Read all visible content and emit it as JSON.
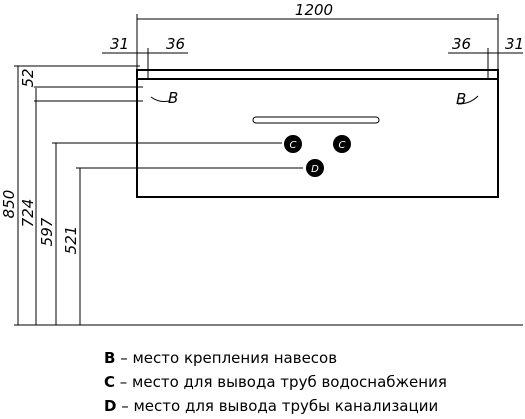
{
  "dimensions": {
    "overall_width": "1200",
    "left_offset": "31",
    "left_inner": "36",
    "right_inner": "36",
    "right_offset": "31",
    "top_height": "52",
    "height_850": "850",
    "height_724": "724",
    "height_597": "597",
    "height_521": "521"
  },
  "markers": {
    "hinge_left": "B",
    "hinge_right": "B",
    "water_left": "C",
    "water_right": "C",
    "drain": "D"
  },
  "legend": [
    {
      "key": "B",
      "text": " – место крепления навесов"
    },
    {
      "key": "C",
      "text": " – место для вывода труб водоснабжения"
    },
    {
      "key": "D",
      "text": " – место для вывода трубы канализации"
    }
  ]
}
